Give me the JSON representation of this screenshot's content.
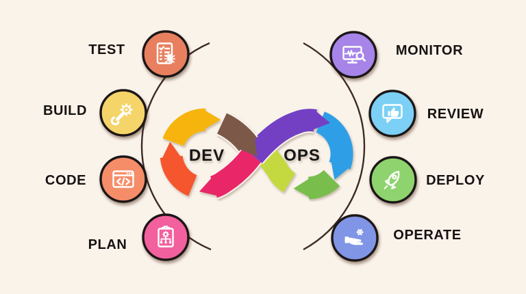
{
  "canvas": {
    "background": "#FAF3EA",
    "connector_line_color": "#3D2B27",
    "text_color": "#161212",
    "node_border_color": "#1D1919"
  },
  "center_loop": {
    "dev_label": "DEV",
    "ops_label": "OPS",
    "segments": {
      "yellow": "#F6B40B",
      "brown": "#7B594A",
      "orange_red": "#F5572D",
      "pink": "#E82568",
      "purple": "#7340C4",
      "blue": "#2E9FE6",
      "green": "#79BD4D",
      "chartreuse": "#C4D941"
    }
  },
  "stages": {
    "left": [
      {
        "label": "TEST",
        "color": "#E8805F",
        "icon": "checklist-bug-icon"
      },
      {
        "label": "BUILD",
        "color": "#F5D469",
        "icon": "wrench-gear-icon"
      },
      {
        "label": "CODE",
        "color": "#F68D69",
        "icon": "code-window-icon"
      },
      {
        "label": "PLAN",
        "color": "#F2609D",
        "icon": "clipboard-flowchart-icon"
      }
    ],
    "right": [
      {
        "label": "MONITOR",
        "color": "#A684E8",
        "icon": "monitor-search-icon"
      },
      {
        "label": "REVIEW",
        "color": "#7CD0F5",
        "icon": "thumbsup-bubble-icon"
      },
      {
        "label": "DEPLOY",
        "color": "#8ED36E",
        "icon": "rocket-icon"
      },
      {
        "label": "OPERATE",
        "color": "#8095E5",
        "icon": "hand-gear-icon"
      }
    ]
  }
}
